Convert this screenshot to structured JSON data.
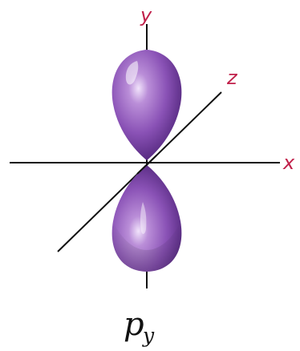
{
  "diagram": {
    "axes": {
      "x_label": "x",
      "y_label": "y",
      "z_label": "z"
    },
    "caption": {
      "main": "p",
      "subscript": "y"
    },
    "colors": {
      "lobe_base": "#8a52b6",
      "lobe_light": "#d8b8ef",
      "lobe_dark": "#4f2479",
      "axis_line": "#111111",
      "axis_label": "#c0204a",
      "caption_text": "#111111"
    }
  }
}
